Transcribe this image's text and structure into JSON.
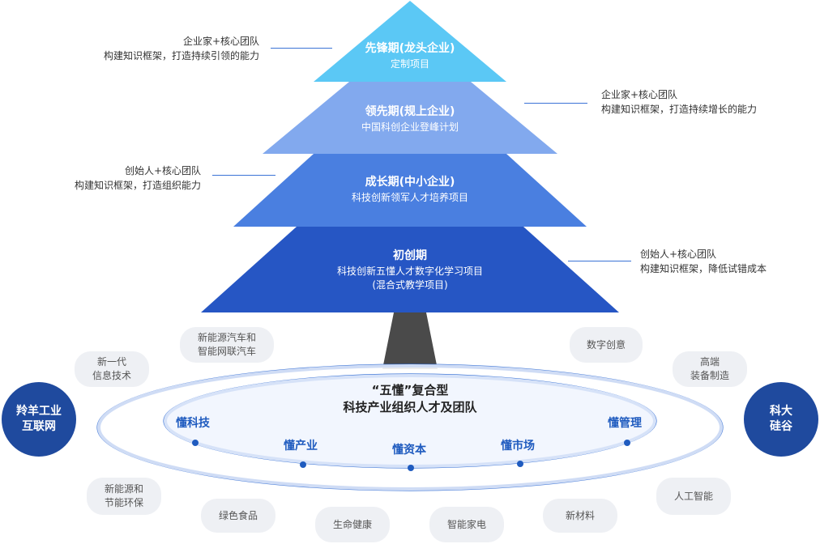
{
  "tiers": [
    {
      "title": "先锋期(龙头企业)",
      "subtitle": "定制项目",
      "color": "#5bc8f5"
    },
    {
      "title": "领先期(规上企业)",
      "subtitle": "中国科创企业登峰计划",
      "color": "#82a9ee"
    },
    {
      "title": "成长期(中小企业)",
      "subtitle": "科技创新领军人才培养项目",
      "color": "#4a7fe0"
    },
    {
      "title": "初创期",
      "subtitle_line1": "科技创新五懂人才数字化学习项目",
      "subtitle_line2": "(混合式教学项目)",
      "color": "#2656c4"
    }
  ],
  "notes": [
    {
      "line1": "企业家+核心团队",
      "line2": "构建知识框架，打造持续引领的能力"
    },
    {
      "line1": "企业家+核心团队",
      "line2": "构建知识框架，打造持续增长的能力"
    },
    {
      "line1": "创始人+核心团队",
      "line2": "构建知识框架，打造组织能力"
    },
    {
      "line1": "创始人+核心团队",
      "line2": "构建知识框架，降低试错成本"
    }
  ],
  "core": {
    "line1": "“五懂”复合型",
    "line2": "科技产业组织人才及团队"
  },
  "dong_items": [
    "懂科技",
    "懂产业",
    "懂资本",
    "懂市场",
    "懂管理"
  ],
  "hubs": {
    "left": {
      "line1": "羚羊工业",
      "line2": "互联网"
    },
    "right": {
      "line1": "科大",
      "line2": "硅谷"
    }
  },
  "industries": {
    "ev": {
      "line1": "新能源汽车和",
      "line2": "智能网联汽车"
    },
    "it": {
      "line1": "新一代",
      "line2": "信息技术"
    },
    "digital": "数字创意",
    "equipment": {
      "line1": "高端",
      "line2": "装备制造"
    },
    "energy": {
      "line1": "新能源和",
      "line2": "节能环保"
    },
    "food": "绿色食品",
    "health": "生命健康",
    "appliance": "智能家电",
    "material": "新材料",
    "ai": "人工智能"
  },
  "colors": {
    "trunk": "#4a4a4a",
    "ring": "#2f6bd3",
    "hub": "#1f4a9e",
    "accent": "#1f5bbf"
  }
}
